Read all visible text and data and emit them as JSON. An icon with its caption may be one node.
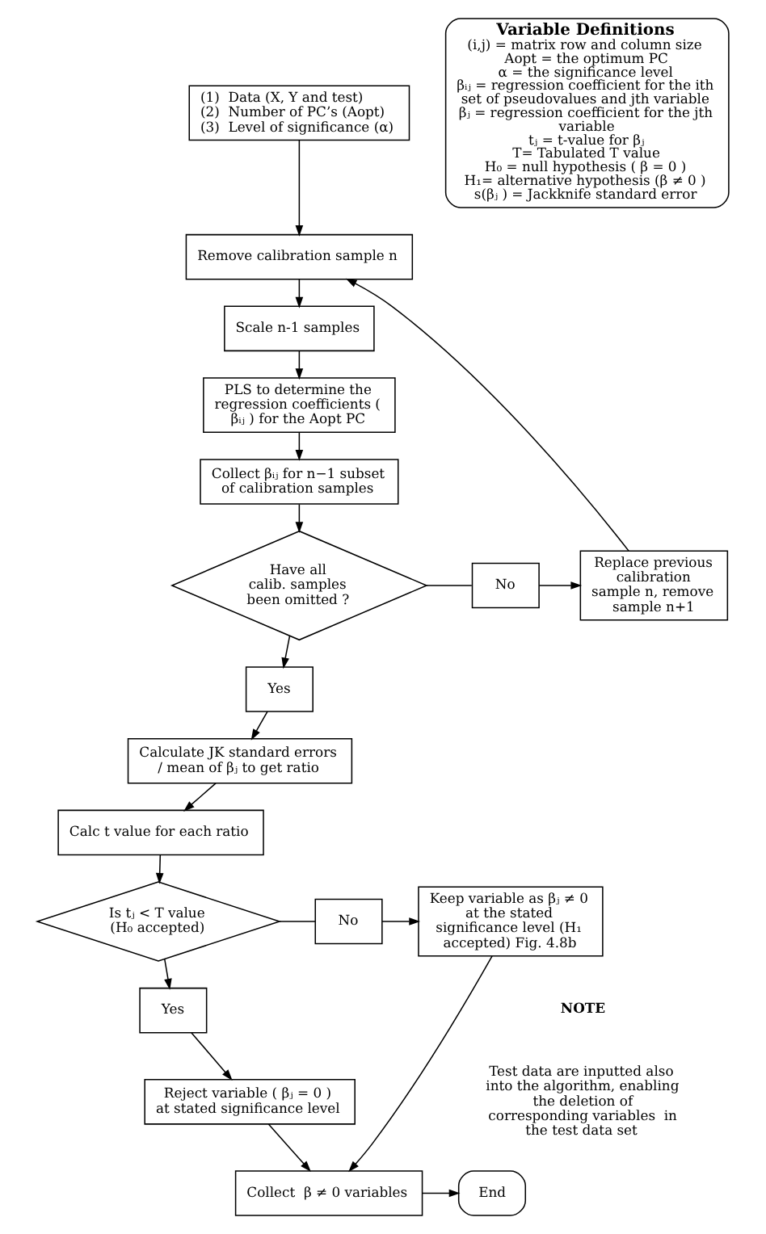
{
  "diagram": {
    "nodes": [
      {
        "text": [
          "(1)  Data (X, Y and test)",
          "(2)  Number of PC’s (Aopt)",
          "(3)  Level of significance (α)"
        ]
      },
      {
        "text": [
          "Remove calibration sample n"
        ]
      },
      {
        "text": [
          "Scale n-1 samples"
        ]
      },
      {
        "text": [
          "PLS to determine the regression coefficients ( βᵢⱼ ) for the Aopt PC"
        ]
      },
      {
        "text": [
          "Collect βᵢⱼ for n−1 subset of calibration samples"
        ]
      },
      {
        "text": [
          "Have all calib. samples been omitted ?"
        ]
      },
      {
        "text": [
          "No"
        ]
      },
      {
        "text": [
          "Replace previous calibration sample n, remove sample n+1"
        ]
      },
      {
        "text": [
          "Yes"
        ]
      },
      {
        "text": [
          "Calculate JK standard errors / mean of βⱼ to get ratio"
        ]
      },
      {
        "text": [
          "Calc t value for each ratio"
        ]
      },
      {
        "text": [
          "Is tⱼ < T value (H₀ accepted)"
        ]
      },
      {
        "text": [
          "No"
        ]
      },
      {
        "text": [
          "Keep variable as βⱼ ≠ 0 at the stated significance level (H₁ accepted) Fig. 4.8b"
        ]
      },
      {
        "text": [
          "Yes"
        ]
      },
      {
        "text": [
          "Reject variable ( βⱼ = 0 ) at stated significance level"
        ]
      },
      {
        "text": [
          "Collect  β ≠ 0 variables"
        ]
      },
      {
        "text": [
          "End"
        ]
      },
      {
        "text": [
          "Variable Definitions",
          "(i,j) = matrix row and column size",
          "Aopt = the optimum PC",
          "α = the significance level",
          "βᵢⱼ = regression coefficient for the ith set of pseudovalues and jth variable",
          "βⱼ = regression coefficient for the jth variable",
          "tⱼ = t-value for βⱼ",
          "T= Tabulated T value",
          "H₀ = null hypothesis ( β = 0 )",
          "H₁= alternative hypothesis (β ≠ 0 )",
          "s(βⱼ ) = Jackknife standard error"
        ]
      }
    ],
    "edges": [
      {
        "from": 0,
        "to": 1,
        "arrow": "to"
      },
      {
        "from": 1,
        "to": 2,
        "arrow": "to"
      },
      {
        "from": 2,
        "to": 3,
        "arrow": "to"
      },
      {
        "from": 3,
        "to": 4,
        "arrow": "to"
      },
      {
        "from": 4,
        "to": 5,
        "arrow": "to"
      },
      {
        "from": 5,
        "to": 6,
        "arrow": "none"
      },
      {
        "from": 6,
        "to": 7,
        "arrow": "to"
      },
      {
        "from": 7,
        "to": 1,
        "arrow": "to"
      },
      {
        "from": 5,
        "to": 8,
        "arrow": "to"
      },
      {
        "from": 8,
        "to": 9,
        "arrow": "to"
      },
      {
        "from": 9,
        "to": 10,
        "arrow": "to"
      },
      {
        "from": 10,
        "to": 11,
        "arrow": "to"
      },
      {
        "from": 11,
        "to": 12,
        "arrow": "none"
      },
      {
        "from": 12,
        "to": 13,
        "arrow": "to"
      },
      {
        "from": 11,
        "to": 14,
        "arrow": "to"
      },
      {
        "from": 14,
        "to": 15,
        "arrow": "to"
      },
      {
        "from": 15,
        "to": 16,
        "arrow": "to"
      },
      {
        "from": 13,
        "to": 16,
        "arrow": "to"
      },
      {
        "from": 16,
        "to": 17,
        "arrow": "to"
      }
    ],
    "labels": [
      "NOTE",
      "Test data are inputted also into the algorithm, enabling the deletion of corresponding variables  in the test data set"
    ]
  }
}
